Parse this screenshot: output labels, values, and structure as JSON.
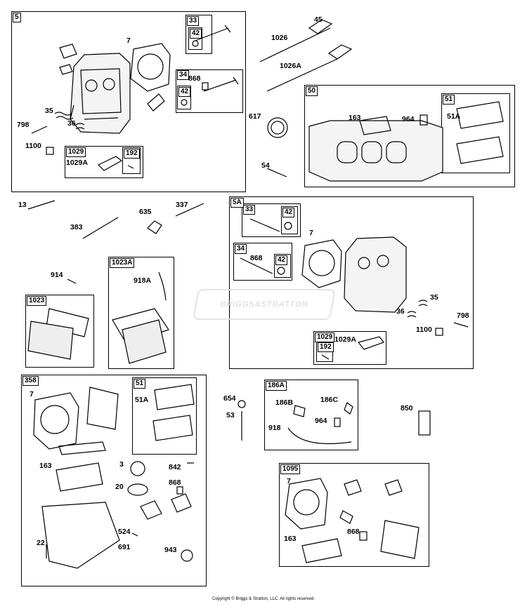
{
  "copyright": "Copyright © Briggs & Stratton, LLC. All rights reserved.",
  "watermark": "BRIGGS&STRATTON",
  "groups": [
    {
      "id": "g5",
      "tag": "5"
    },
    {
      "id": "g33a",
      "tag": "33"
    },
    {
      "id": "g42a",
      "tag": "42"
    },
    {
      "id": "g34a",
      "tag": "34"
    },
    {
      "id": "g42b",
      "tag": "42"
    },
    {
      "id": "g1029a",
      "tag": "1029"
    },
    {
      "id": "g192a",
      "tag": "192"
    },
    {
      "id": "g50",
      "tag": "50"
    },
    {
      "id": "g51a",
      "tag": "51"
    },
    {
      "id": "g5A",
      "tag": "5A"
    },
    {
      "id": "g33b",
      "tag": "33"
    },
    {
      "id": "g42c",
      "tag": "42"
    },
    {
      "id": "g34b",
      "tag": "34"
    },
    {
      "id": "g42d",
      "tag": "42"
    },
    {
      "id": "g1029b",
      "tag": "1029"
    },
    {
      "id": "g192b",
      "tag": "192"
    },
    {
      "id": "g1023A",
      "tag": "1023A"
    },
    {
      "id": "g1023",
      "tag": "1023"
    },
    {
      "id": "g358",
      "tag": "358"
    },
    {
      "id": "g51b",
      "tag": "51"
    },
    {
      "id": "g186A",
      "tag": "186A"
    },
    {
      "id": "g1095",
      "tag": "1095"
    }
  ],
  "labels": [
    "7",
    "868",
    "35",
    "798",
    "36",
    "1100",
    "1029A",
    "45",
    "1026",
    "1026A",
    "617",
    "163",
    "964",
    "51A",
    "54",
    "13",
    "337",
    "635",
    "383",
    "914",
    "918A",
    "7",
    "868",
    "35",
    "36",
    "798",
    "1100",
    "1029A",
    "7",
    "51A",
    "163",
    "3",
    "842",
    "20",
    "868",
    "524",
    "691",
    "943",
    "22",
    "654",
    "53",
    "186B",
    "186C",
    "918",
    "964",
    "850",
    "7",
    "868",
    "163"
  ]
}
